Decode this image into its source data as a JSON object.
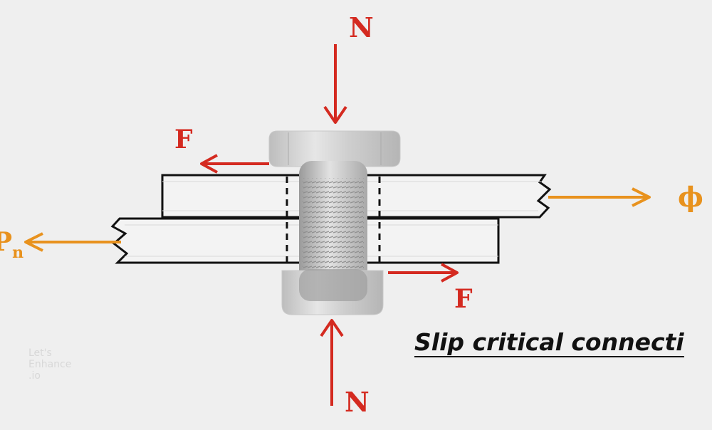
{
  "labels": {
    "normal_top": "N",
    "normal_bottom": "N",
    "friction_top": "F",
    "friction_bottom": "F",
    "force_right": "ϕ",
    "force_left_base": "P",
    "force_left_sub": "n"
  },
  "caption": "Slip critical connecti",
  "watermark": {
    "line1": "Let's",
    "line2": "Enhance",
    "line3": ".io"
  },
  "colors": {
    "normal_force": "#d42a20",
    "friction_force": "#d42a20",
    "applied_force": "#e8921e",
    "plate_outline": "#111111",
    "bolt": "#bdbdbd"
  }
}
